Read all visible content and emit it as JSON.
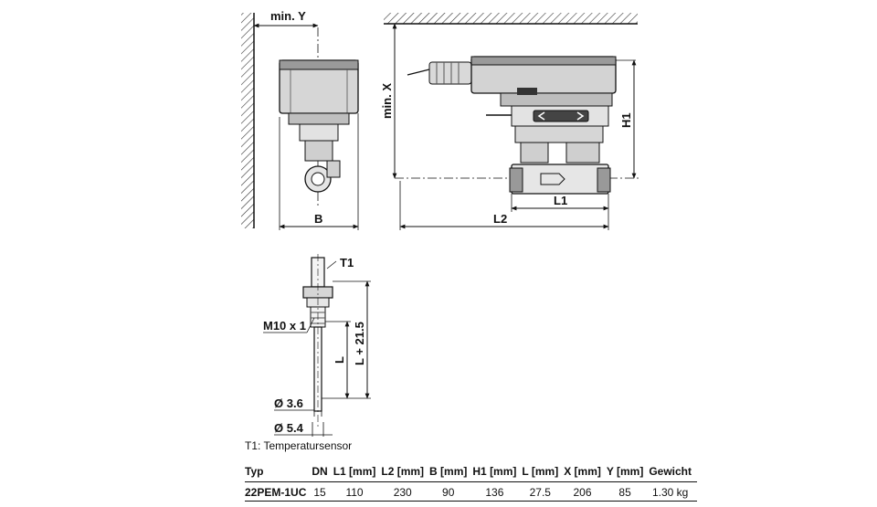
{
  "labels": {
    "min_y": "min. Y",
    "min_x": "min. X",
    "b": "B",
    "l1": "L1",
    "l2": "L2",
    "h1": "H1",
    "t1": "T1",
    "m10": "M10 x 1",
    "l": "L",
    "l_plus": "L + 21.5",
    "d36": "Ø 3.6",
    "d54": "Ø 5.4"
  },
  "caption": "T1: Temperatursensor",
  "table": {
    "headers": [
      "Typ",
      "DN",
      "L1 [mm]",
      "L2 [mm]",
      "B [mm]",
      "H1 [mm]",
      "L [mm]",
      "X [mm]",
      "Y [mm]",
      "Gewicht"
    ],
    "rows": [
      [
        "22PEM-1UC",
        "15",
        "110",
        "230",
        "90",
        "136",
        "27.5",
        "206",
        "85",
        "1.30 kg"
      ]
    ]
  }
}
